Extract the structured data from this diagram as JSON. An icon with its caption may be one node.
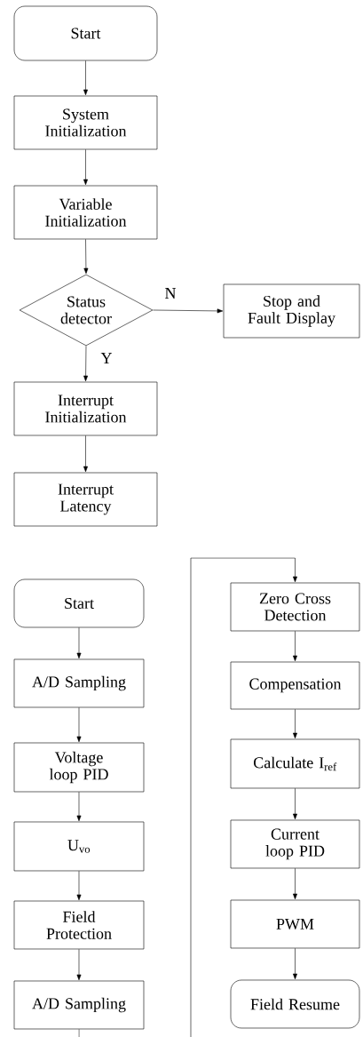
{
  "diagram": {
    "nodes": [
      {
        "text": [
          "Start"
        ]
      },
      {
        "text": [
          "System Initialization"
        ]
      },
      {
        "text": [
          "Variable Initialization"
        ]
      },
      {
        "text": [
          "Status detector"
        ]
      },
      {
        "text": [
          "Stop and Fault Display"
        ]
      },
      {
        "text": [
          "Interrupt Initialization"
        ]
      },
      {
        "text": [
          "Interrupt Latency"
        ]
      },
      {
        "text": [
          "Start"
        ]
      },
      {
        "text": [
          "A/D Sampling"
        ]
      },
      {
        "text": [
          "Voltage loop PID"
        ]
      },
      {
        "text": [
          "U$_{vo}$"
        ]
      },
      {
        "text": [
          "Field Protection"
        ]
      },
      {
        "text": [
          "A/D Sampling"
        ]
      },
      {
        "text": [
          "Zero Cross Detection"
        ]
      },
      {
        "text": [
          "Compensation"
        ]
      },
      {
        "text": [
          "Calculate I$_{ref}$"
        ]
      },
      {
        "text": [
          "Current loop PID"
        ]
      },
      {
        "text": [
          "PWM"
        ]
      },
      {
        "text": [
          "Field Resume"
        ]
      }
    ],
    "edges": [
      {
        "from": 0,
        "to": 1,
        "arrow": "to"
      },
      {
        "from": 1,
        "to": 2,
        "arrow": "to"
      },
      {
        "from": 2,
        "to": 3,
        "arrow": "to"
      },
      {
        "from": 3,
        "to": 4,
        "arrow": "to",
        "label": "N"
      },
      {
        "from": 3,
        "to": 5,
        "arrow": "to",
        "label": "Y"
      },
      {
        "from": 5,
        "to": 6,
        "arrow": "to"
      },
      {
        "from": 7,
        "to": 8,
        "arrow": "to"
      },
      {
        "from": 8,
        "to": 9,
        "arrow": "to"
      },
      {
        "from": 9,
        "to": 10,
        "arrow": "to"
      },
      {
        "from": 10,
        "to": 11,
        "arrow": "to"
      },
      {
        "from": 11,
        "to": 12,
        "arrow": "to"
      },
      {
        "from": 12,
        "to": 13,
        "arrow": "to"
      },
      {
        "from": 13,
        "to": 14,
        "arrow": "to"
      },
      {
        "from": 14,
        "to": 15,
        "arrow": "to"
      },
      {
        "from": 15,
        "to": 16,
        "arrow": "to"
      },
      {
        "from": 16,
        "to": 17,
        "arrow": "to"
      },
      {
        "from": 17,
        "to": 18,
        "arrow": "to"
      }
    ]
  }
}
